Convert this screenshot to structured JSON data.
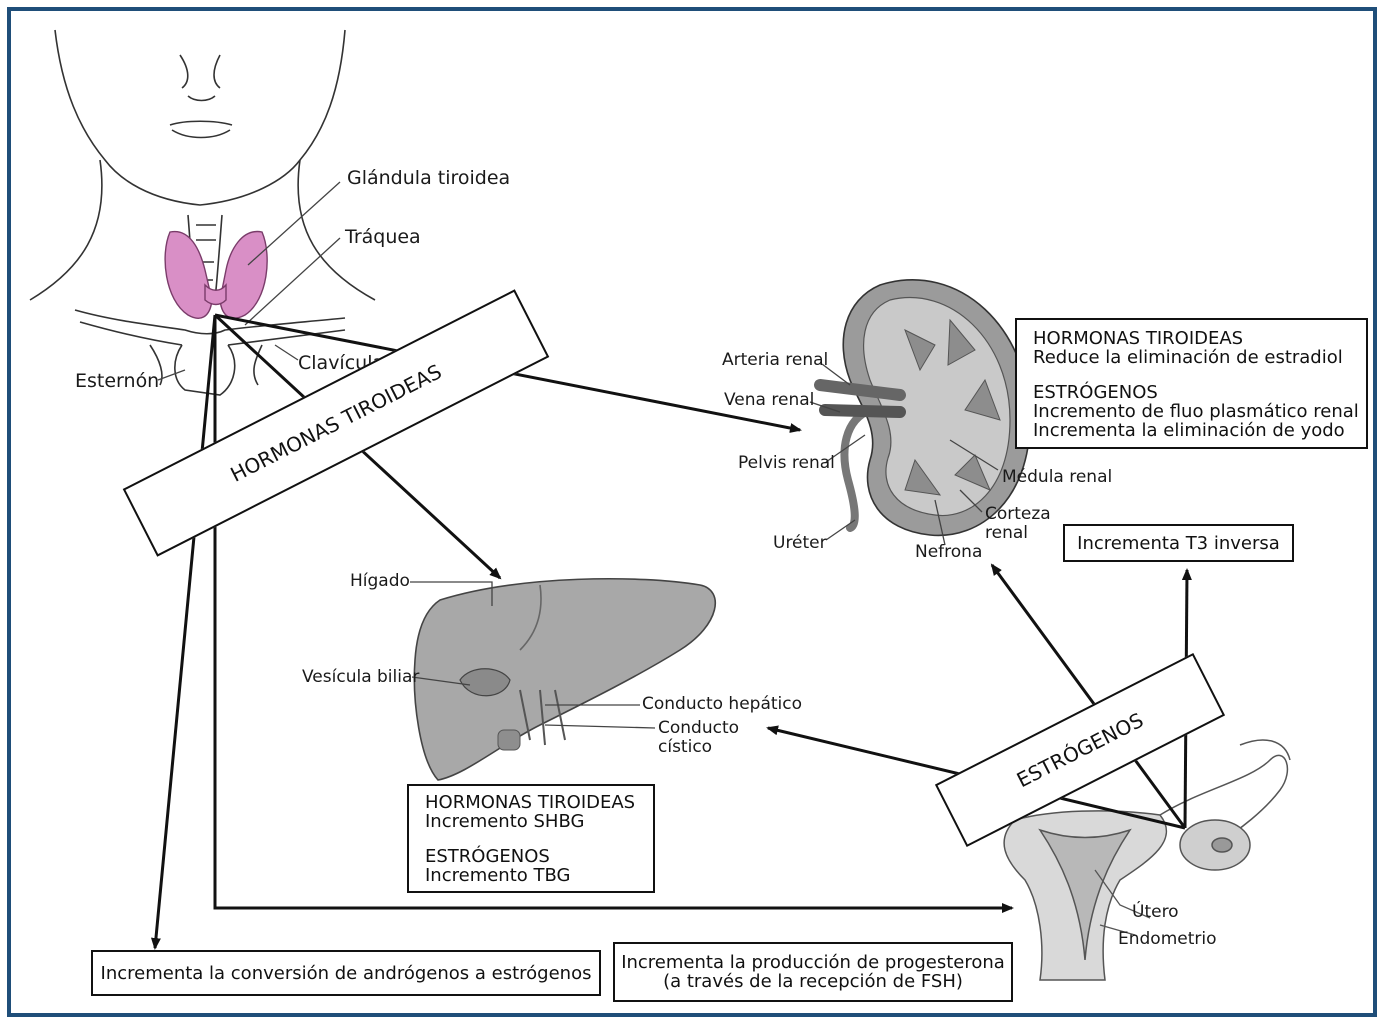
{
  "colors": {
    "frame": "#1f4e79",
    "thyroid": "#d98fc6",
    "organ": "#9a9a9a",
    "arrow": "#111111"
  },
  "thyroid_labels": {
    "gland": "Glándula tiroidea",
    "trachea": "Tráquea",
    "sternum": "Esternón",
    "clavicle": "Clavícula"
  },
  "kidney_labels": {
    "artery": "Arteria renal",
    "vein": "Vena renal",
    "pelvis": "Pelvis renal",
    "ureter": "Uréter",
    "nephron": "Nefrona",
    "medulla": "Médula renal",
    "cortex_1": "Corteza",
    "cortex_2": "renal"
  },
  "liver_labels": {
    "liver": "Hígado",
    "gallbladder": "Vesícula biliar",
    "hepatic_duct": "Conducto hepático",
    "cystic_duct_1": "Conducto",
    "cystic_duct_2": "cístico"
  },
  "uterus_labels": {
    "uterus": "Útero",
    "endometrium": "Endometrio"
  },
  "banners": {
    "thyroid": "HORMONAS TIROIDEAS",
    "estrogen": "ESTRÓGENOS"
  },
  "kidney_box": {
    "l1": "HORMONAS TIROIDEAS",
    "l2": "Reduce la eliminación de estradiol",
    "l3": "ESTRÓGENOS",
    "l4": "Incremento de fluo plasmático renal",
    "l5": "Incrementa la eliminación de yodo"
  },
  "liver_box": {
    "l1": "HORMONAS TIROIDEAS",
    "l2": "Incremento SHBG",
    "l3": "ESTRÓGENOS",
    "l4": "Incremento TBG"
  },
  "t3_box": "Incrementa T3 inversa",
  "androgen_box": "Incrementa la conversión de andrógenos a estrógenos",
  "progesterone_box": {
    "l1": "Incrementa la producción de progesterona",
    "l2": "(a través de la recepción de FSH)"
  }
}
